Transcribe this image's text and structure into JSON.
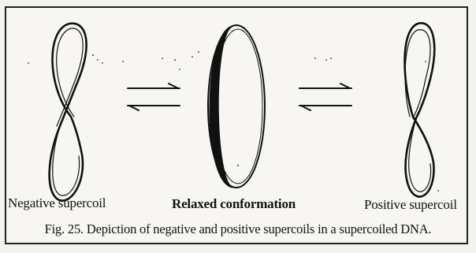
{
  "figure": {
    "labels": {
      "negative": "Negative supercoil",
      "relaxed": "Relaxed conformation",
      "positive": "Positive supercoil"
    },
    "caption": "Fig. 25. Depiction of negative and positive supercoils in a supercoiled DNA."
  },
  "colors": {
    "ink": "#111111",
    "paper": "#f4f3ef"
  }
}
